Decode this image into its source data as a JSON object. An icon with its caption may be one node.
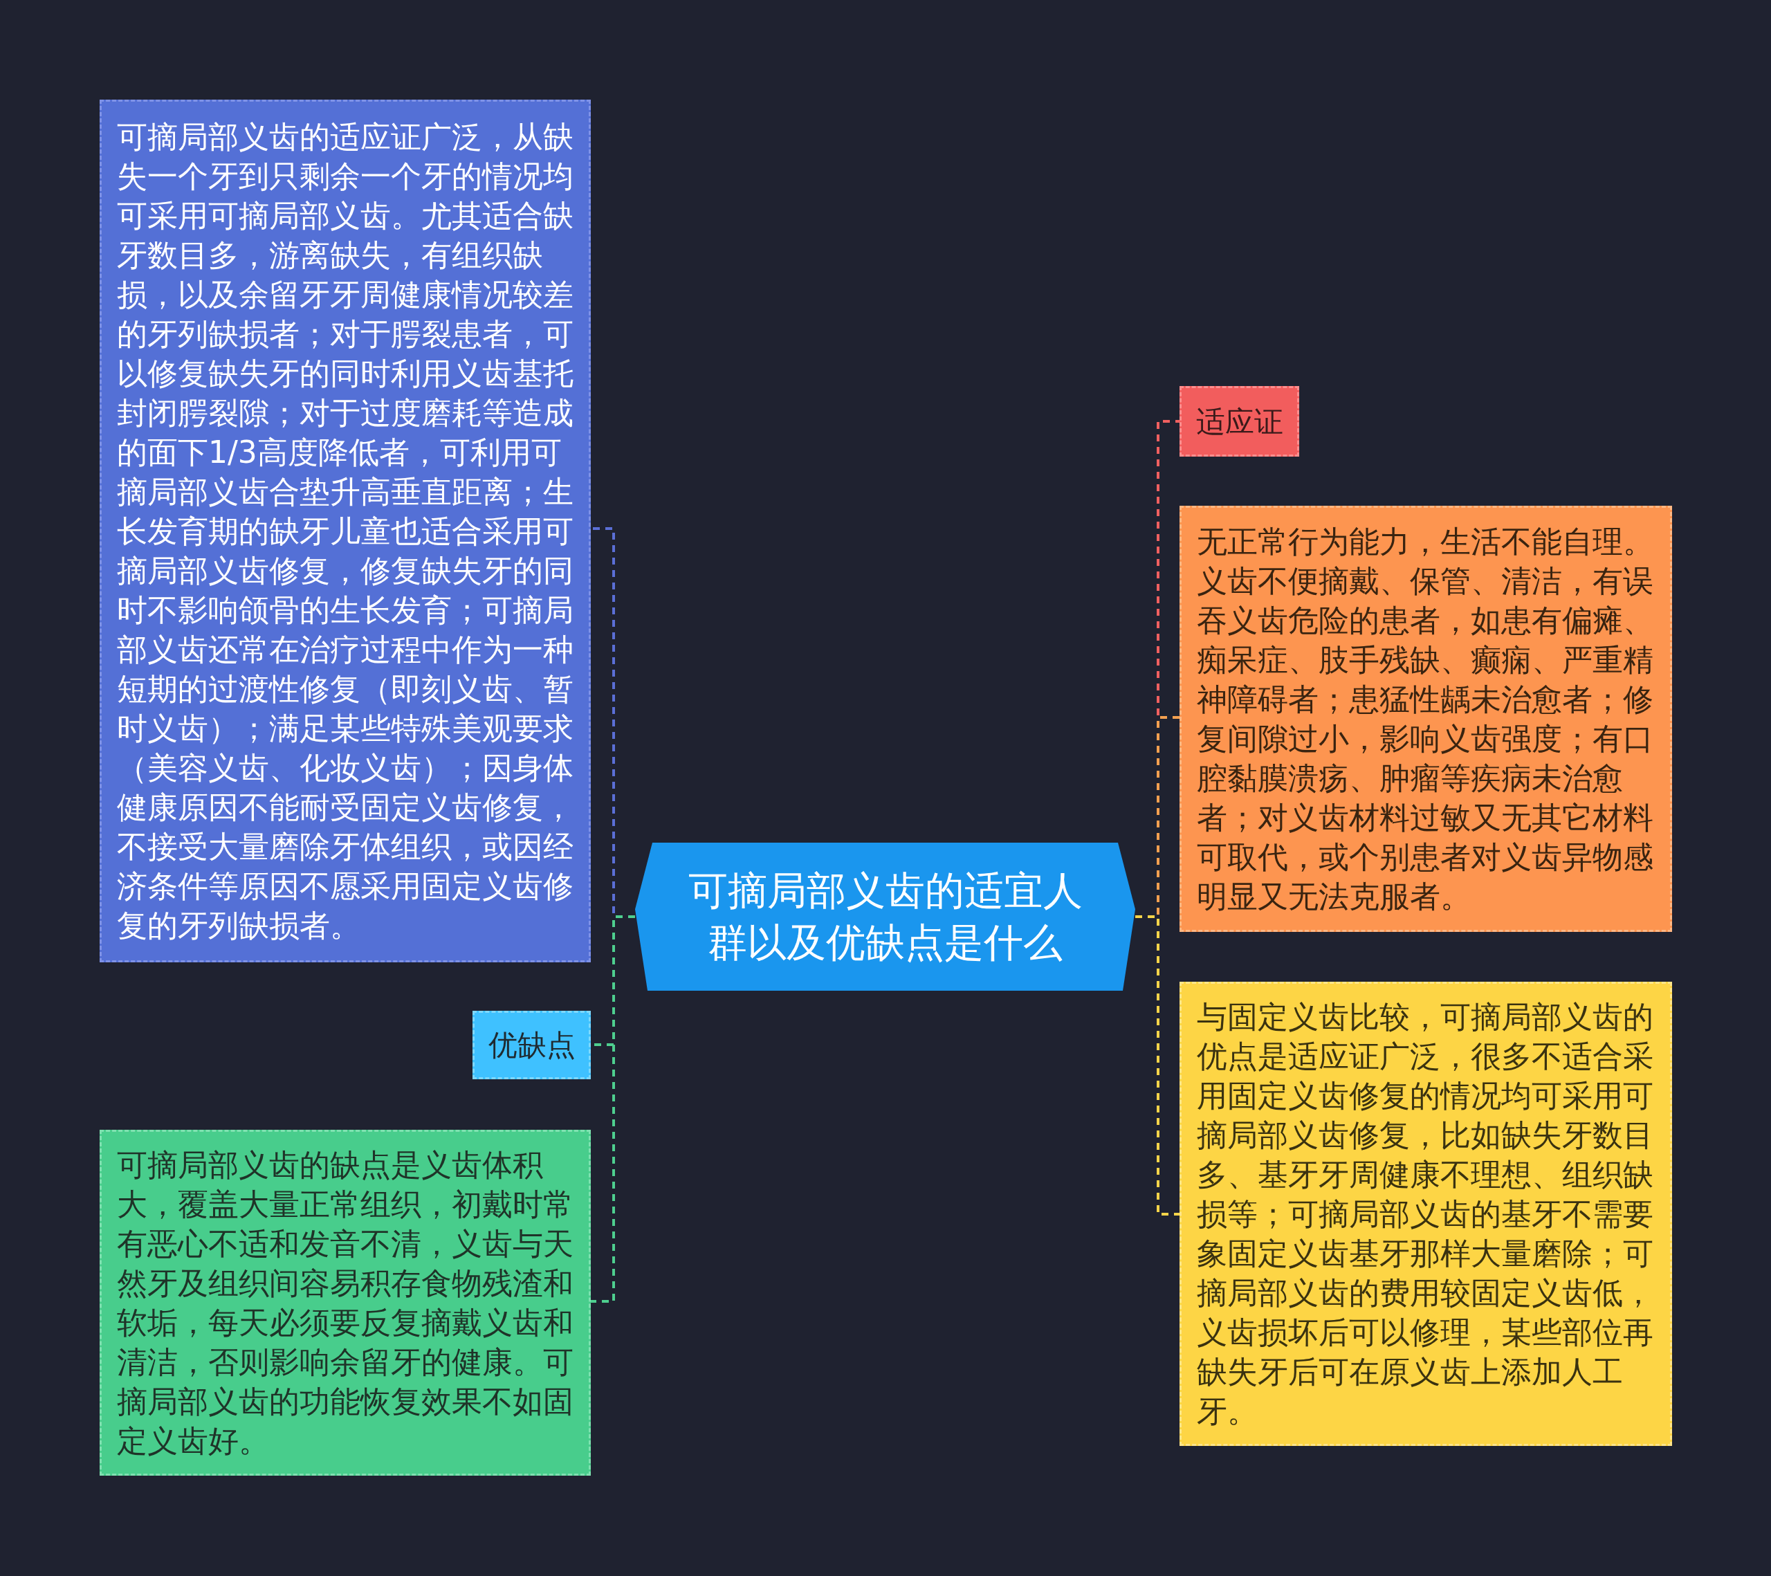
{
  "diagram": {
    "nodes": [
      {
        "text": [
          "可摘局部义齿的适宜人群以及优缺点是什么"
        ]
      },
      {
        "text": [
          "可摘局部义齿的适应证广泛，从缺失一个牙到只剩余一个牙的情况均可采用可摘局部义齿。尤其适合缺牙数目多，游离缺失，有组织缺损，以及余留牙牙周健康情况较差的牙列缺损者；对于腭裂患者，可以修复缺失牙的同时利用义齿基托封闭腭裂隙；对于过度磨耗等造成的面下1/3高度降低者，可利用可摘局部义齿合垫升高垂直距离；生长发育期的缺牙儿童也适合采用可摘局部义齿修复，修复缺失牙的同时不影响颌骨的生长发育；可摘局部义齿还常在治疗过程中作为一种短期的过渡性修复（即刻义齿、暂时义齿）；满足某些特殊美观要求（美容义齿、化妆义齿）；因身体健康原因不能耐受固定义齿修复，不接受大量磨除牙体组织，或因经济条件等原因不愿采用固定义齿修复的牙列缺损者。"
        ]
      },
      {
        "text": [
          "优缺点"
        ]
      },
      {
        "text": [
          "可摘局部义齿的缺点是义齿体积大，覆盖大量正常组织，初戴时常有恶心不适和发音不清，义齿与天然牙及组织间容易积存食物残渣和软垢，每天必须要反复摘戴义齿和清洁，否则影响余留牙的健康。可摘局部义齿的功能恢复效果不如固定义齿好。"
        ]
      },
      {
        "text": [
          "适应证"
        ]
      },
      {
        "text": [
          "无正常行为能力，生活不能自理。义齿不便摘戴、保管、清洁，有误吞义齿危险的患者，如患有偏瘫、痴呆症、肢手残缺、癫痫、严重精神障碍者；患猛性龋未治愈者；修复间隙过小，影响义齿强度；有口腔黏膜溃疡、肿瘤等疾病未治愈者；对义齿材料过敏又无其它材料可取代，或个别患者对义齿异物感明显又无法克服者。"
        ]
      },
      {
        "text": [
          "与固定义齿比较，可摘局部义齿的优点是适应证广泛，很多不适合采用固定义齿修复的情况均可采用可摘局部义齿修复，比如缺失牙数目多、基牙牙周健康不理想、组织缺损等；可摘局部义齿的基牙不需要象固定义齿基牙那样大量磨除；可摘局部义齿的费用较固定义齿低，义齿损坏后可以修理，某些部位再缺失牙后可在原义齿上添加人工牙。"
        ]
      }
    ],
    "edges": [
      {
        "from": 0,
        "to": 1,
        "arrow": "none",
        "style": "dashed",
        "color": "#5b6fd6"
      },
      {
        "from": 0,
        "to": 2,
        "arrow": "none",
        "style": "dashed",
        "color": "#4ecf8f"
      },
      {
        "from": 0,
        "to": 3,
        "arrow": "none",
        "style": "dashed",
        "color": "#4ecf8f"
      },
      {
        "from": 0,
        "to": 4,
        "arrow": "none",
        "style": "dashed",
        "color": "#f06060"
      },
      {
        "from": 0,
        "to": 5,
        "arrow": "none",
        "style": "dashed",
        "color": "#f4a050"
      },
      {
        "from": 0,
        "to": 6,
        "arrow": "none",
        "style": "dashed",
        "color": "#f5d44a"
      }
    ]
  }
}
